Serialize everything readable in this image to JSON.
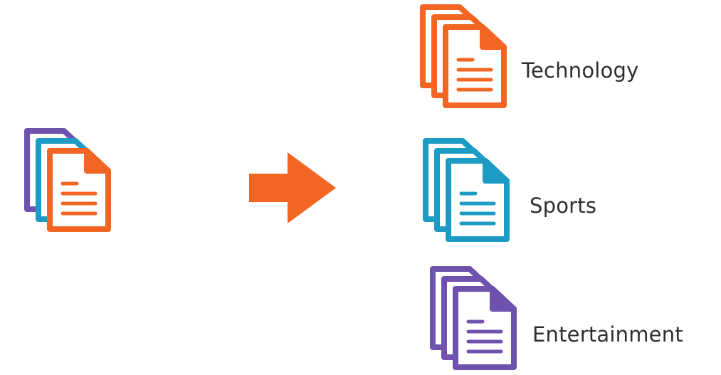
{
  "colors": {
    "orange": "#f26522",
    "blue": "#1c9bc4",
    "purple": "#6f52ad",
    "text": "#2f2f2f"
  },
  "source": {
    "icon": "mixed-documents-stack-icon",
    "layer_colors": [
      "purple",
      "blue",
      "orange"
    ]
  },
  "arrow": {
    "icon": "right-arrow-icon",
    "color": "orange"
  },
  "categories": [
    {
      "label": "Technology",
      "icon": "documents-stack-icon",
      "color": "orange"
    },
    {
      "label": "Sports",
      "icon": "documents-stack-icon",
      "color": "blue"
    },
    {
      "label": "Entertainment",
      "icon": "documents-stack-icon",
      "color": "purple"
    }
  ]
}
